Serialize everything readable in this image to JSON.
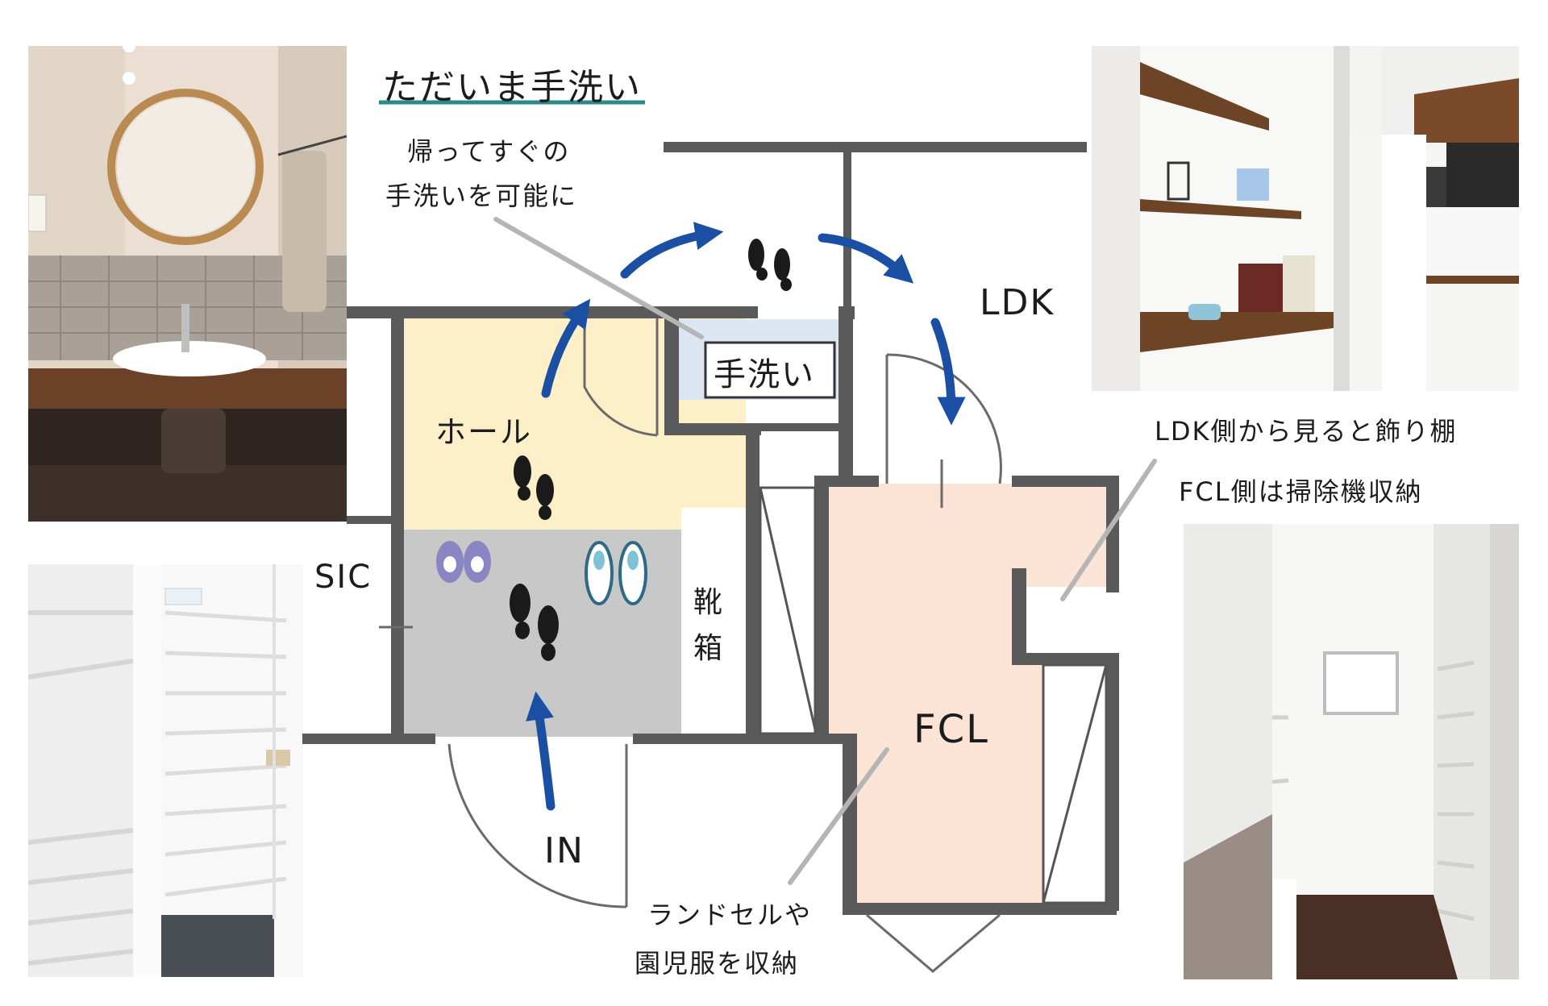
{
  "title": "ただいま手洗い",
  "annotations": {
    "handwash_note": [
      "帰ってすぐの",
      "手洗いを可能に"
    ],
    "shelf_note": [
      "LDK側から見ると飾り棚",
      "FCL側は掃除機収納"
    ],
    "storage_note": [
      "ランドセルや",
      "園児服を収納"
    ]
  },
  "rooms": {
    "hall": "ホール",
    "handwash": "手洗い",
    "shoe_box": [
      "靴",
      "箱"
    ],
    "sic": "SIC",
    "fcl": "FCL",
    "ldk": "LDK",
    "entry": "IN"
  },
  "colors": {
    "hall": "#fdf0c8",
    "sic": "#c8c8c8",
    "handwash": "#dce6f2",
    "fcl": "#fbe3d6",
    "arrow": "#1a4fa3",
    "underline": "#2a8a86",
    "wall": "#5a5a5a"
  },
  "photos": [
    "washbasin-photo",
    "shoe-closet-photo",
    "living-shelf-photo",
    "fcl-closet-photo"
  ]
}
